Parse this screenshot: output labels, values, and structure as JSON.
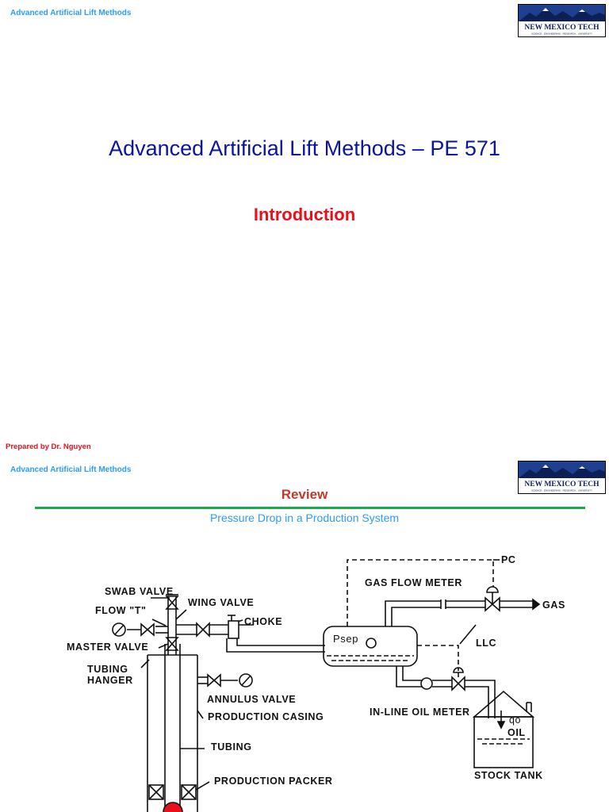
{
  "slide1": {
    "header": "Advanced Artificial Lift Methods",
    "logo_text": "NEW MEXICO TECH",
    "logo_tagline": "SCIENCE · ENGINEERING · RESEARCH · UNIVERSITY",
    "title": "Advanced Artificial Lift Methods – PE 571",
    "subtitle": "Introduction",
    "footer": "Prepared by Dr. Nguyen"
  },
  "slide2": {
    "header": "Advanced Artificial Lift Methods",
    "logo_text": "NEW MEXICO TECH",
    "logo_tagline": "SCIENCE · ENGINEERING · RESEARCH · UNIVERSITY",
    "title": "Review",
    "subtitle": "Pressure Drop in a Production System",
    "diagram": {
      "swab_valve": "SWAB VALVE",
      "wing_valve": "WING VALVE",
      "flow_t": "FLOW \"T\"",
      "choke": "CHOKE",
      "master_valve": "MASTER VALVE",
      "tubing_hanger_1": "TUBING",
      "tubing_hanger_2": "HANGER",
      "annulus_valve": "ANNULUS VALVE",
      "production_casing": "PRODUCTION CASING",
      "tubing": "TUBING",
      "production_packer": "PRODUCTION PACKER",
      "psep": "Psep",
      "gas_flow_meter": "GAS FLOW METER",
      "pc": "PC",
      "gas": "GAS",
      "llc": "LLC",
      "in_line_oil_meter": "IN-LINE OIL METER",
      "qo": "qo",
      "oil": "OIL",
      "stock_tank": "STOCK TANK"
    }
  }
}
